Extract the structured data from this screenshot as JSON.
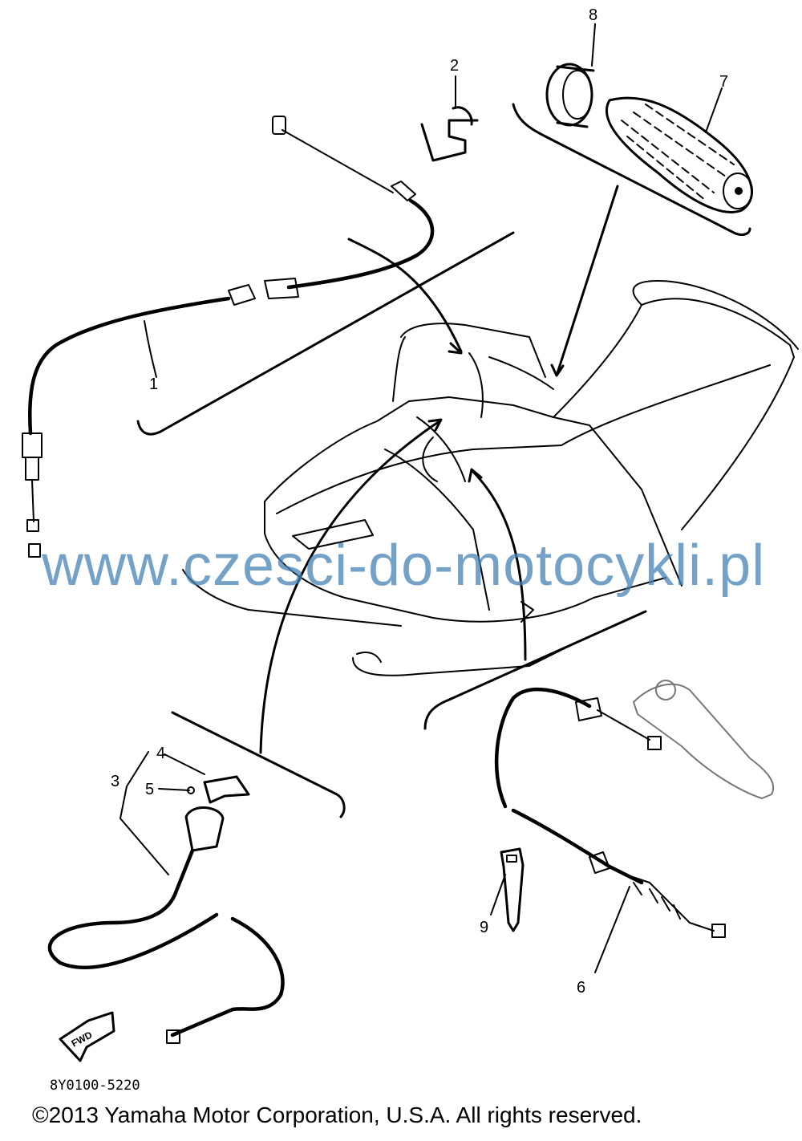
{
  "diagram": {
    "callouts": [
      {
        "id": "1",
        "label": "1"
      },
      {
        "id": "2",
        "label": "2"
      },
      {
        "id": "3",
        "label": "3"
      },
      {
        "id": "4",
        "label": "4"
      },
      {
        "id": "5",
        "label": "5"
      },
      {
        "id": "6",
        "label": "6"
      },
      {
        "id": "7",
        "label": "7"
      },
      {
        "id": "8",
        "label": "8"
      },
      {
        "id": "9",
        "label": "9"
      }
    ],
    "fwd_label": "FWD",
    "drawing_code": "8Y0100-5220"
  },
  "watermark": "www.czesci-do-motocykli.pl",
  "footer": {
    "copyright": "©2013 Yamaha Motor Corporation, U.S.A. All rights reserved."
  }
}
